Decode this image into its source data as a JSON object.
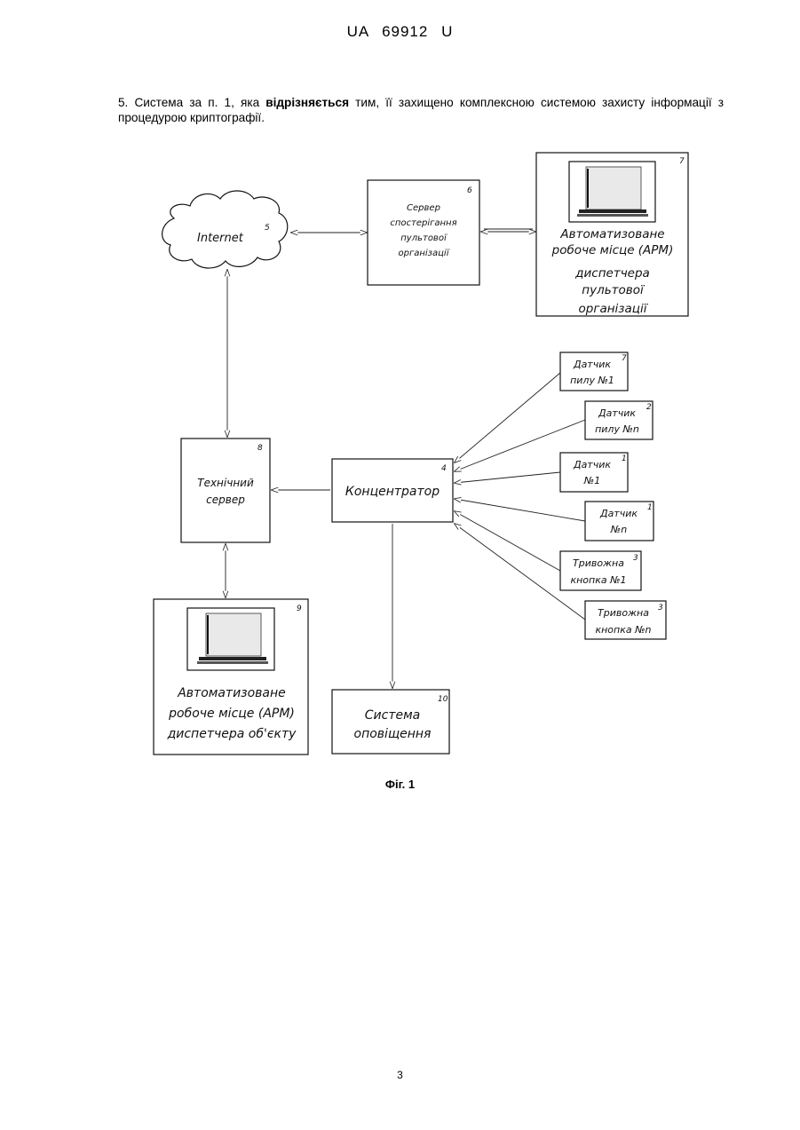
{
  "header": {
    "country": "UA",
    "number": "69912",
    "kind": "U"
  },
  "claim": {
    "prefix": "5. Система за п. 1, яка ",
    "bold": "відрізняється",
    "suffix": " тим, її захищено комплексною системою захисту інформації з процедурою криптографії."
  },
  "figure": {
    "internet": {
      "label": "Internet",
      "num": "5"
    },
    "server": {
      "lines": [
        "Сервер",
        "спостерігання",
        "пультової",
        "організації"
      ],
      "num": "6"
    },
    "arm_console": {
      "lines": [
        "Автоматизоване",
        "робоче місце (АРМ)",
        "диспетчера",
        "пультової",
        "організації"
      ],
      "num": "7"
    },
    "tech_server": {
      "lines": [
        "Технічний",
        "сервер"
      ],
      "num": "8"
    },
    "concentrator": {
      "label": "Концентратор",
      "num": "4"
    },
    "arm_object": {
      "lines": [
        "Автоматизоване",
        "робоче місце (АРМ)",
        "диспетчера об'єкту"
      ],
      "num": "9"
    },
    "notify": {
      "lines": [
        "Система",
        "оповіщення"
      ],
      "num": "10"
    },
    "sensors": [
      {
        "lines": [
          "Датчик",
          "пилу №1"
        ],
        "num": "7"
      },
      {
        "lines": [
          "Датчик",
          "пилу №n"
        ],
        "num": "2"
      },
      {
        "lines": [
          "Датчик",
          "№1"
        ],
        "num": "1"
      },
      {
        "lines": [
          "Датчик",
          "№n"
        ],
        "num": "1"
      },
      {
        "lines": [
          "Тривожна",
          "кнопка №1"
        ],
        "num": "3"
      },
      {
        "lines": [
          "Тривожна",
          "кнопка №n"
        ],
        "num": "3"
      }
    ]
  },
  "caption": "Фіг. 1",
  "page_number": "3"
}
